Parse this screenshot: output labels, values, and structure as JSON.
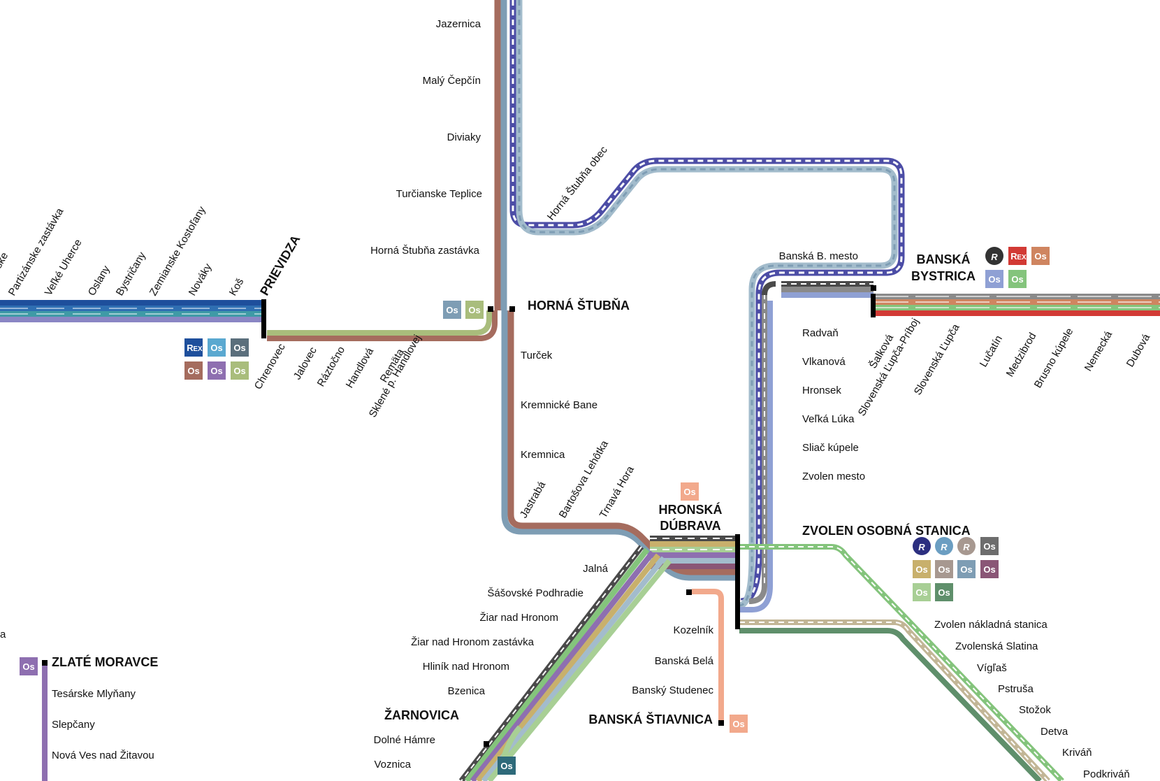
{
  "colors": {
    "blue_dark": "#1e4f9c",
    "blue_mid": "#2f6fb2",
    "teal": "#3f9aa6",
    "lav": "#8a86c4",
    "brown": "#a56c5e",
    "olive": "#a9bd7c",
    "steel": "#7e9db4",
    "steel_light": "#a3bccc",
    "indigo": "#4c4da6",
    "grey": "#8a8a8a",
    "dark_grey": "#4a4a4a",
    "orange": "#cf8560",
    "green": "#84c47c",
    "red": "#d23a35",
    "purple": "#8e6fb0",
    "salmon": "#f2a98c",
    "sand": "#c2b696",
    "khaki": "#c8b06c",
    "pale_green": "#a8cf95",
    "dark_green": "#5f8f6b",
    "mauve": "#8a5676",
    "periwinkle": "#8fa0d4",
    "navy_round": "#2c2f80",
    "sky_round": "#6b9ec2",
    "taupe_round": "#a79890",
    "slate": "#5b6f7c",
    "near_black": "#333333"
  },
  "stations": {
    "jazernica": "Jazernica",
    "maly_cepcin": "Malý Čepčín",
    "diviaky": "Diviaky",
    "turcianske_teplice": "Turčianske Teplice",
    "horna_stubna_zastavka": "Horná Štubňa zastávka",
    "horna_stubna_obec": "Horná Štubňa obec",
    "horna_stubna": "HORNÁ ŠTUBŇA",
    "turcek": "Turček",
    "kremnicke_bane": "Kremnické Bane",
    "kremnica": "Kremnica",
    "jastraba": "Jastrabá",
    "bartosova_lehotka": "Bartošova Lehôtka",
    "trnava_hora": "Trnavá Hora",
    "hronska_dubrava_1": "HRONSKÁ",
    "hronska_dubrava_2": "DÚBRAVA",
    "jalna": "Jalná",
    "sasovske_podhradie": "Šášovské Podhradie",
    "ziar": "Žiar nad Hronom",
    "ziar_zastavka": "Žiar nad Hronom zastávka",
    "hlinik": "Hliník nad Hronom",
    "bzenica": "Bzenica",
    "zarnovica": "ŽARNOVICA",
    "dolne_hamre": "Dolné Hámre",
    "voznica": "Voznica",
    "kozelnik": "Kozelník",
    "banska_bela": "Banská Belá",
    "bansky_studenec": "Banský Studenec",
    "banska_stiavnica": "BANSKÁ ŠTIAVNICA",
    "banska_b_mesto": "Banská B. mesto",
    "banska_bystrica_1": "BANSKÁ",
    "banska_bystrica_2": "BYSTRICA",
    "radvan": "Radvaň",
    "vlkanova": "Vlkanová",
    "hronsek": "Hronsek",
    "velka_luka": "Veľká Lúka",
    "sliac_kupele": "Sliač kúpele",
    "zvolen_mesto": "Zvolen mesto",
    "zvolen_osobna": "ZVOLEN OSOBNÁ STANICA",
    "zvolen_nakladna": "Zvolen nákladná stanica",
    "zvolenska_slatina": "Zvolenská Slatina",
    "viglas": "Vígľaš",
    "pstrusa": "Pstruša",
    "stozok": "Stožok",
    "detva": "Detva",
    "krivan": "Kriváň",
    "podkrivan": "Podkriváň",
    "salkova": "Šalková",
    "slov_lupca_priboj": "Slovenská Ľupča-Príboj",
    "slov_lupca": "Slovenská Ľupča",
    "lucatin": "Lučatín",
    "medzibrod": "Medzibrod",
    "brusno_kupele": "Brusno kúpele",
    "nemecka": "Nemecká",
    "dubova": "Dubová",
    "prievidza": "PRIEVIDZA",
    "chrenovec": "Chrenovec",
    "jalovec": "Jalovec",
    "raztocno": "Ráztočno",
    "handlova": "Handlová",
    "remata": "Remäta",
    "sklene": "Sklené p. Handlovej",
    "kos": "Koš",
    "novaky": "Nováky",
    "zemianske_kostolany": "Zemianske Kostoľany",
    "bystricany": "Bystričany",
    "oslany": "Oslany",
    "velke_uherce": "Veľké Uherce",
    "partizanske_zastavka": "Partizánske zastávka",
    "partizanske_cut": "nske",
    "zlate_moravce": "ZLATÉ MORAVCE",
    "tesarske_mlynany": "Tesárske Mlyňany",
    "slepcany": "Slepčany",
    "nova_ves": "Nová Ves nad Žitavou",
    "edge_a": "a"
  },
  "badges": {
    "os": "Os",
    "r": "R",
    "rex_r": "R",
    "rex_ex": "EX"
  }
}
